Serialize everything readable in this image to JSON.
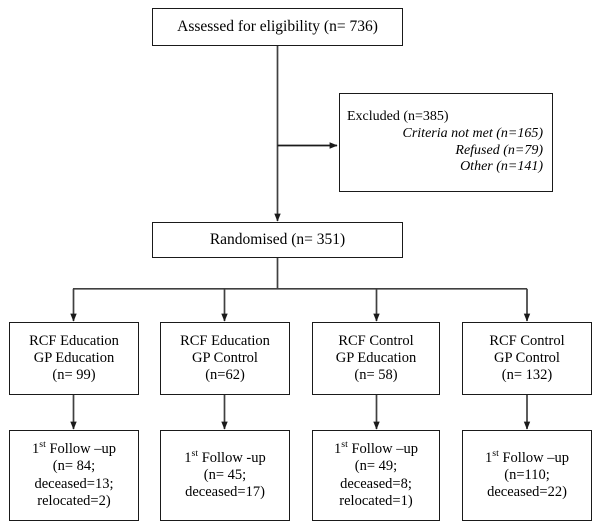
{
  "diagram": {
    "type": "flowchart",
    "title": "CONSORT participant flow diagram",
    "line_color": "#1a1a1a",
    "background": "#ffffff"
  },
  "nodes": {
    "assessed": {
      "name": "assessed-for-eligibility",
      "lines": [
        "Assessed for eligibility (n= 736)"
      ]
    },
    "excluded": {
      "name": "excluded",
      "heading": "Excluded (n=385)",
      "reasons": [
        "Criteria not met (n=165)",
        "Refused (n=79)",
        "Other (n=141)"
      ]
    },
    "randomised": {
      "name": "randomised",
      "lines": [
        "Randomised (n= 351)"
      ]
    },
    "groups": [
      {
        "name": "rcf-education-gp-education",
        "line1": "RCF Education",
        "line2": "GP Education",
        "line3": "(n= 99)"
      },
      {
        "name": "rcf-education-gp-control",
        "line1": "RCF Education",
        "line2": "GP Control",
        "line3": "(n=62)"
      },
      {
        "name": "rcf-control-gp-education",
        "line1": "RCF Control",
        "line2": "GP Education",
        "line3": "(n= 58)"
      },
      {
        "name": "rcf-control-gp-control",
        "line1": "RCF Control",
        "line2": "GP Control",
        "line3": "(n= 132)"
      }
    ],
    "followups": [
      {
        "name": "first-follow-up-group-1",
        "ordinal_number": "1",
        "ordinal_suffix": "st",
        "title_rest": " Follow –up",
        "line2": "(n= 84;",
        "line3": "deceased=13;",
        "line4": "relocated=2)"
      },
      {
        "name": "first-follow-up-group-2",
        "ordinal_number": "1",
        "ordinal_suffix": "st",
        "title_rest": " Follow -up",
        "line2": "(n= 45;",
        "line3": "deceased=17)",
        "line4": ""
      },
      {
        "name": "first-follow-up-group-3",
        "ordinal_number": "1",
        "ordinal_suffix": "st",
        "title_rest": " Follow –up",
        "line2": "(n= 49;",
        "line3": "deceased=8;",
        "line4": "relocated=1)"
      },
      {
        "name": "first-follow-up-group-4",
        "ordinal_number": "1",
        "ordinal_suffix": "st",
        "title_rest": " Follow –up",
        "line2": "(n=110;",
        "line3": "deceased=22)",
        "line4": ""
      }
    ]
  },
  "chart_data": {
    "type": "flow",
    "title": "Participant flow",
    "stages": [
      {
        "label": "Assessed for eligibility",
        "n": 736
      },
      {
        "label": "Excluded",
        "n": 385
      },
      {
        "label": "Criteria not met",
        "n": 165
      },
      {
        "label": "Refused",
        "n": 79
      },
      {
        "label": "Other",
        "n": 141
      },
      {
        "label": "Randomised",
        "n": 351
      },
      {
        "label": "RCF Education / GP Education",
        "n": 99
      },
      {
        "label": "RCF Education / GP Control",
        "n": 62
      },
      {
        "label": "RCF Control / GP Education",
        "n": 58
      },
      {
        "label": "RCF Control / GP Control",
        "n": 132
      },
      {
        "label": "1st Follow-up RCF Education / GP Education",
        "n": 84,
        "deceased": 13,
        "relocated": 2
      },
      {
        "label": "1st Follow-up RCF Education / GP Control",
        "n": 45,
        "deceased": 17
      },
      {
        "label": "1st Follow-up RCF Control / GP Education",
        "n": 49,
        "deceased": 8,
        "relocated": 1
      },
      {
        "label": "1st Follow-up RCF Control / GP Control",
        "n": 110,
        "deceased": 22
      }
    ]
  }
}
